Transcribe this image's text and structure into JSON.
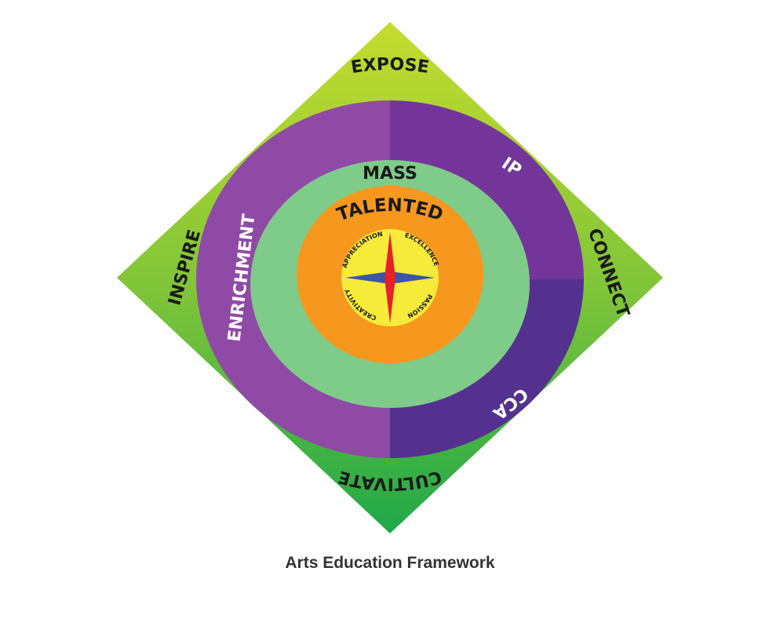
{
  "diamond": {
    "top_label": "EXPOSE",
    "right_label": "CONNECT",
    "bottom_label": "CULTIVATE",
    "left_label": "INSPIRE"
  },
  "outer_ring": {
    "left_label": "ENRICHMENT",
    "top_right_label": "IP",
    "bottom_right_label": "CCA"
  },
  "middle_ring": {
    "label": "MASS"
  },
  "inner_circle": {
    "label": "TALENTED"
  },
  "core": {
    "values": [
      "APPRECIATION",
      "EXCELLENCE",
      "PASSION",
      "CREATIVITY"
    ]
  },
  "caption": "Arts Education Framework",
  "colors": {
    "diamond_top": "#c5dc2e",
    "diamond_bottom": "#1fa84a",
    "ring_left": "#8f4aa6",
    "ring_top_right": "#74359a",
    "ring_bottom_right": "#54318f",
    "middle": "#7fcb8a",
    "inner": "#f7981e",
    "core": "#f6ea3b",
    "star_vertical": "#e62129",
    "star_horizontal": "#3c55a5"
  }
}
